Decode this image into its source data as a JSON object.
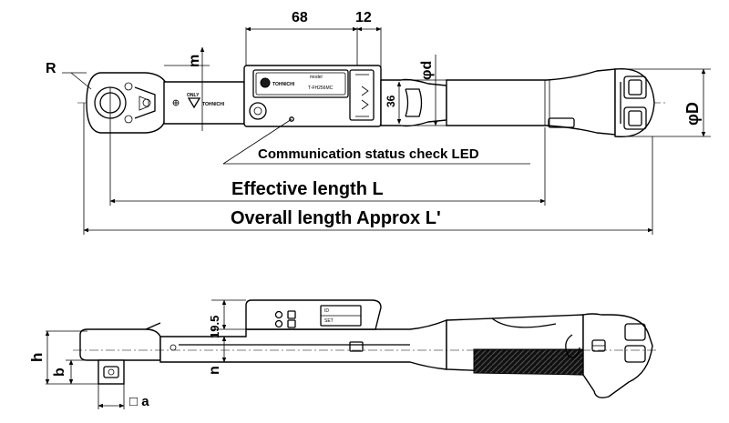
{
  "top_view": {
    "dim_68": "68",
    "dim_12": "12",
    "label_R": "R",
    "label_m": "m",
    "label_phi_d": "φd",
    "label_phi_D": "φD",
    "dim_36": "36",
    "stamp_only": "ONLY",
    "brand_mark": "TOHNICHI",
    "model_caption": "model",
    "model_name": "T-FH256MC",
    "led_label": "Communication status check LED",
    "effective_length": "Effective length L",
    "overall_length": "Overall length Approx L'"
  },
  "side_view": {
    "dim_19_5": "19.5",
    "label_h": "h",
    "label_b": "b",
    "label_n": "n",
    "label_a": "□ a",
    "btn_id": "ID",
    "btn_set": "SET"
  }
}
